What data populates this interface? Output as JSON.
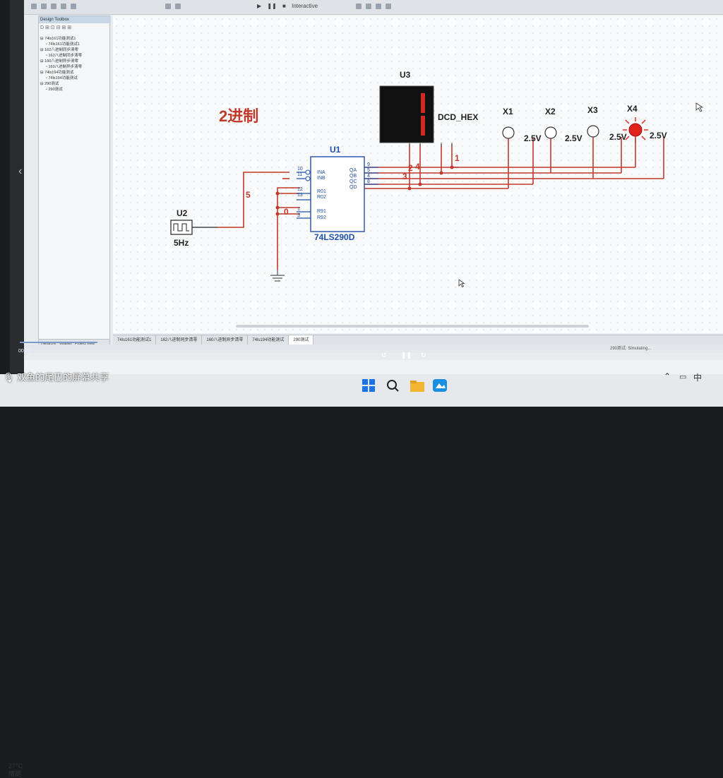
{
  "app": {
    "sim_mode": "Interactive",
    "sidebar_title": "Design Toolbox",
    "sidebar_tools": "D ⊞ ⊡ ⊟ ⊞ ⊞",
    "tree": [
      {
        "label": "74ls161功能测试1",
        "level": 0
      },
      {
        "label": "74ls161功能测试1",
        "level": 1
      },
      {
        "label": "162八进制同步清零",
        "level": 0
      },
      {
        "label": "162八进制同步清零",
        "level": 1
      },
      {
        "label": "160八进制异步清零",
        "level": 0
      },
      {
        "label": "160八进制异步清零",
        "level": 1
      },
      {
        "label": "74ls194功能测试",
        "level": 0
      },
      {
        "label": "74ls194功能测试",
        "level": 1
      },
      {
        "label": "290测试",
        "level": 0
      },
      {
        "label": "290测试",
        "level": 1
      }
    ],
    "side_tabs": [
      "Hierarchy",
      "Visibility",
      "Project View"
    ],
    "doc_tabs": [
      "74ls161功能测试1",
      "162八进制同步清零",
      "160八进制异步清零",
      "74ls194功能测试",
      "290测试"
    ],
    "active_tab": 4,
    "status_right": "290测试: Simulating...",
    "video_time": "00:10"
  },
  "circuit": {
    "title_note": "2进制",
    "u1_ref": "U1",
    "u1_part": "74LS290D",
    "u1_pins_left": [
      "INA",
      "INB",
      "R01",
      "R02",
      "R91",
      "R92"
    ],
    "u1_pinnums_left": [
      "10",
      "11",
      "12",
      "13",
      "1",
      "3"
    ],
    "u1_pins_right": [
      "QA",
      "QB",
      "QC",
      "QD"
    ],
    "u1_pinnums_right": [
      "9",
      "5",
      "4",
      "8"
    ],
    "u2_ref": "U2",
    "u2_value": "5Hz",
    "u3_ref": "U3",
    "u3_part": "DCD_HEX",
    "probes": [
      {
        "ref": "X1",
        "value": "2.5V",
        "lit": false
      },
      {
        "ref": "X2",
        "value": "2.5V",
        "lit": false
      },
      {
        "ref": "X3",
        "value": "2.5V",
        "lit": false
      },
      {
        "ref": "X4",
        "value": "2.5V",
        "lit": true
      }
    ],
    "net_labels": [
      "5",
      "0",
      "1",
      "2",
      "4",
      "3"
    ],
    "display_digit": "1",
    "colors": {
      "wire": "#c0392b",
      "component": "#1f4fa8",
      "text_label": "#c0392b",
      "led_on": "#e0231d"
    }
  },
  "overlay": {
    "share_text": "双鱼的尾巴的屏幕共享",
    "weather_temp": "27°C",
    "weather_desc": "晴朗",
    "ime": "中"
  }
}
